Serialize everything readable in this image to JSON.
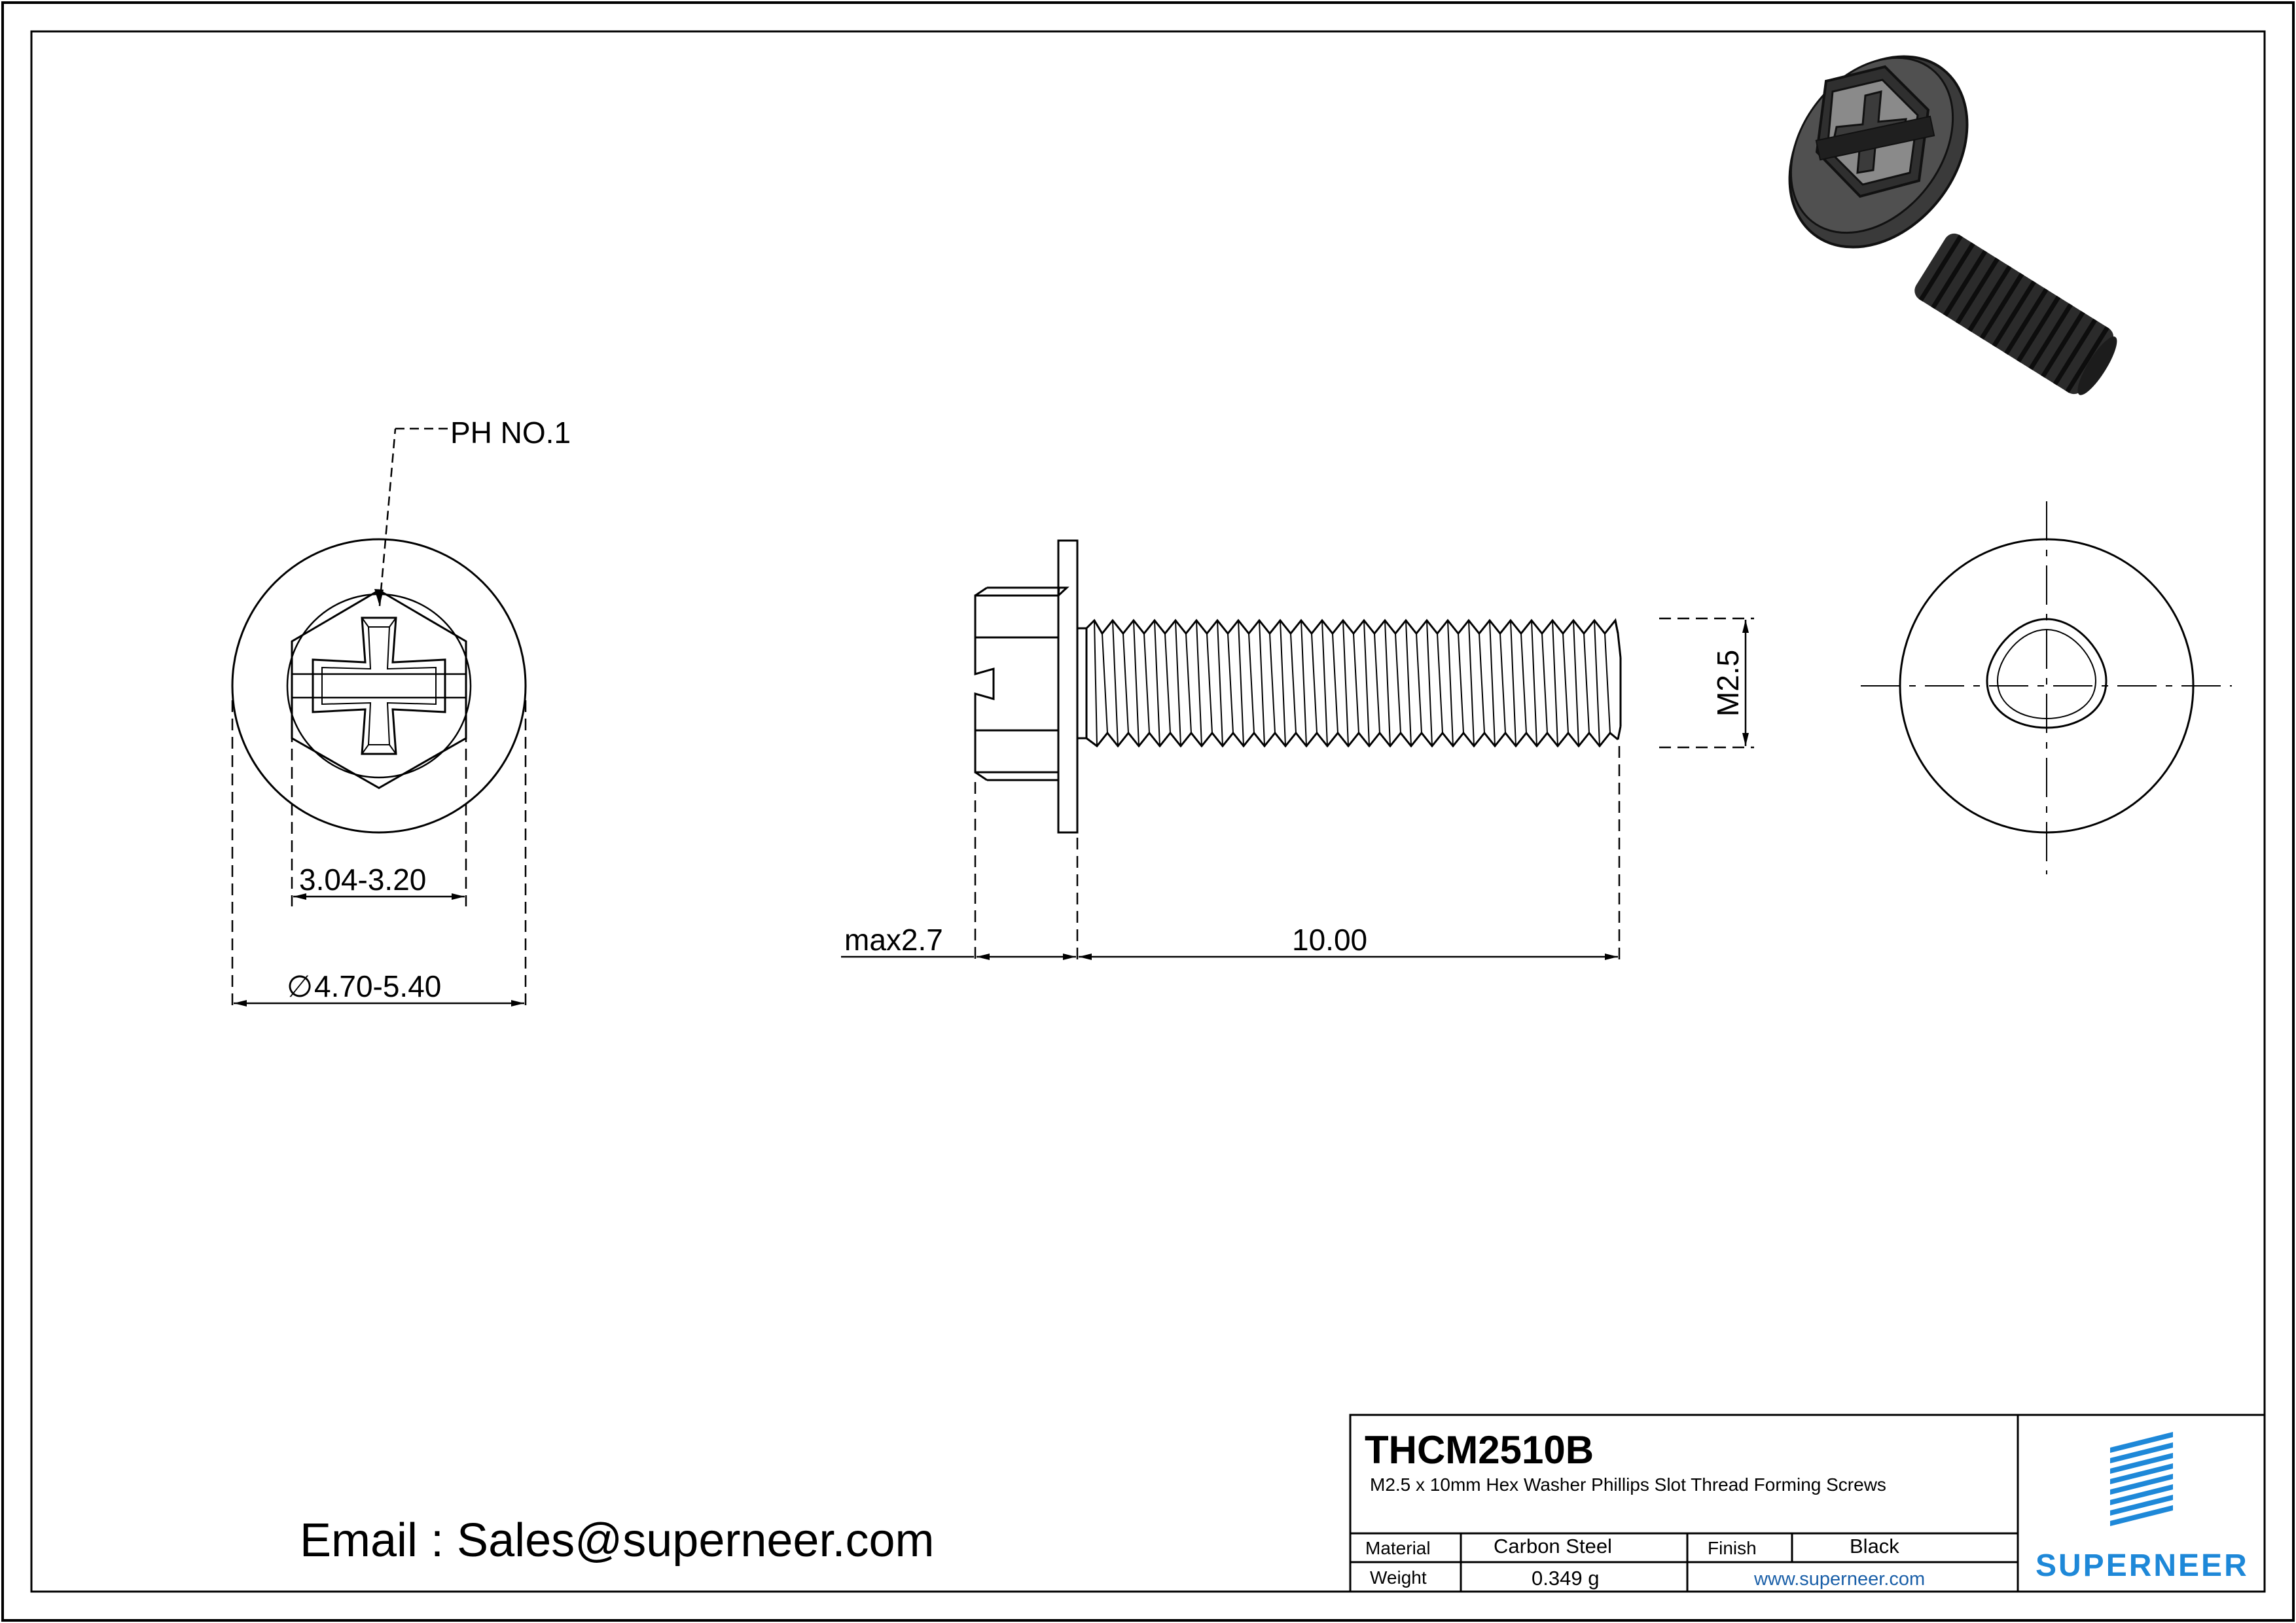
{
  "drawing": {
    "callout_label": "PH NO.1",
    "dimensions": {
      "hex_across_flats": "3.04-3.20",
      "washer_diameter": "4.70-5.40",
      "diameter_symbol": "∅",
      "head_height": "max2.7",
      "length": "10.00",
      "thread_size": "M2.5"
    }
  },
  "title_block": {
    "part_number": "THCM2510B",
    "description": "M2.5 x 10mm Hex Washer Phillips Slot Thread Forming  Screws",
    "material_label": "Material",
    "material_value": "Carbon Steel",
    "finish_label": "Finish",
    "finish_value": "Black",
    "weight_label": "Weight",
    "weight_value": "0.349 g",
    "website": "www.superneer.com",
    "brand": "SUPERNEER"
  },
  "contact": {
    "email_line": "Email : Sales@superneer.com"
  },
  "colors": {
    "line": "#000000",
    "brand_blue": "#1e88d8",
    "link_blue": "#1a5fa8",
    "render_dark": "#2b2b2b"
  }
}
